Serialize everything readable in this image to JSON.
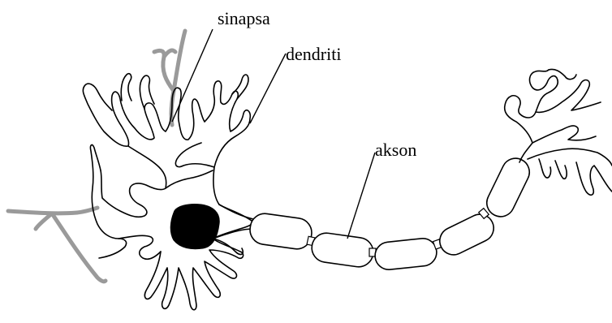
{
  "labels": {
    "synapse": "sinapsa",
    "dendrites": "dendriti",
    "axon": "akson"
  },
  "colors": {
    "line": "#000000",
    "nucleus": "#000000",
    "synaptic_terminal": "#9a9a9a",
    "background": "#ffffff"
  }
}
